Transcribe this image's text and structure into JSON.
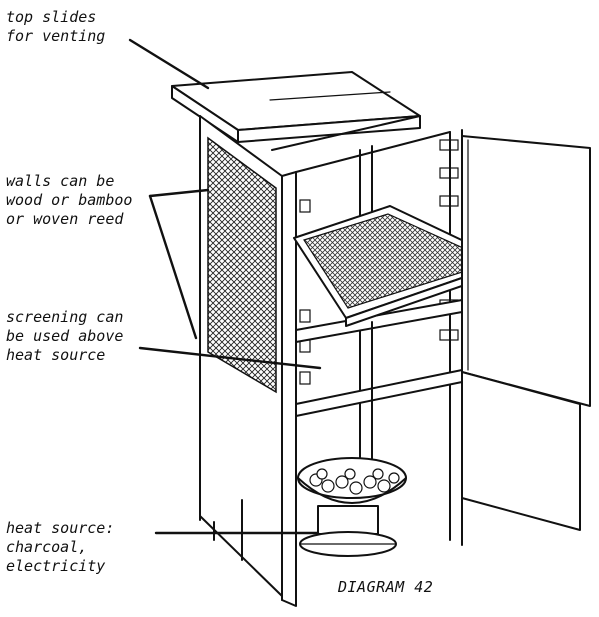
{
  "labels": {
    "top_slides": "top slides\nfor venting",
    "walls": "walls can be\nwood or bamboo\nor woven reed",
    "screening": "screening can\nbe used above\nheat source",
    "heat_source": "heat source:\ncharcoal,\nelectricity"
  },
  "diagram_title": "DIAGRAM 42"
}
